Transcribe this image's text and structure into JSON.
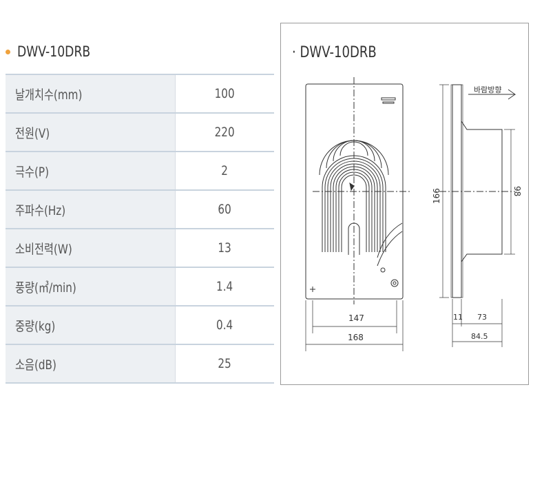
{
  "spec": {
    "title": "DWV-10DRB",
    "rows": [
      {
        "label": "날개치수(mm)",
        "value": "100"
      },
      {
        "label": "전원(V)",
        "value": "220"
      },
      {
        "label": "극수(P)",
        "value": "2"
      },
      {
        "label": "주파수(Hz)",
        "value": "60"
      },
      {
        "label": "소비전력(W)",
        "value": "13"
      },
      {
        "label": "풍량(㎥/min)",
        "value": "1.4"
      },
      {
        "label": "중량(kg)",
        "value": "0.4"
      },
      {
        "label": "소음(dB)",
        "value": "25"
      }
    ]
  },
  "drawing": {
    "title": "· DWV-10DRB",
    "airflow_label": "바람방향",
    "dim_147": "147",
    "dim_168": "168",
    "dim_166": "166",
    "dim_98": "98",
    "dim_11": "11",
    "dim_73": "73",
    "dim_84_5": "84.5"
  }
}
